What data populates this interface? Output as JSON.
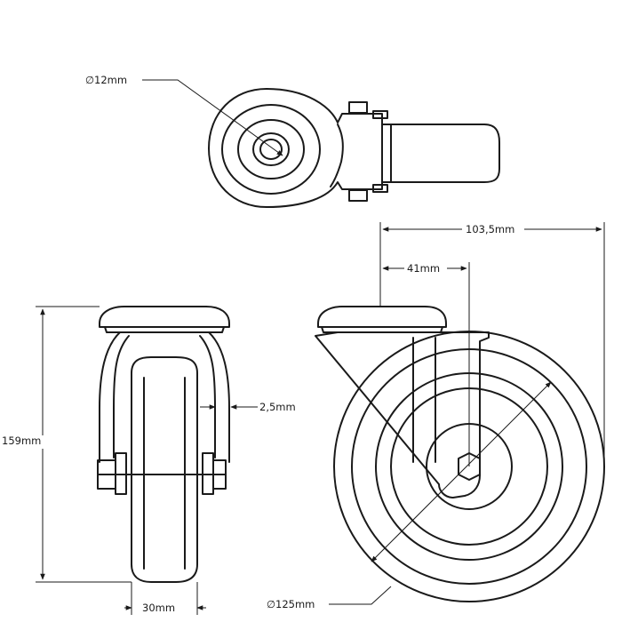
{
  "dimensions": {
    "bolt_diameter": "∅12mm",
    "overall_width": "103,5mm",
    "offset": "41mm",
    "plate_thickness": "2,5mm",
    "height": "159mm",
    "wheel_width": "30mm",
    "wheel_diameter": "∅125mm"
  },
  "colors": {
    "line": "#1a1a1a",
    "background": "#ffffff"
  }
}
